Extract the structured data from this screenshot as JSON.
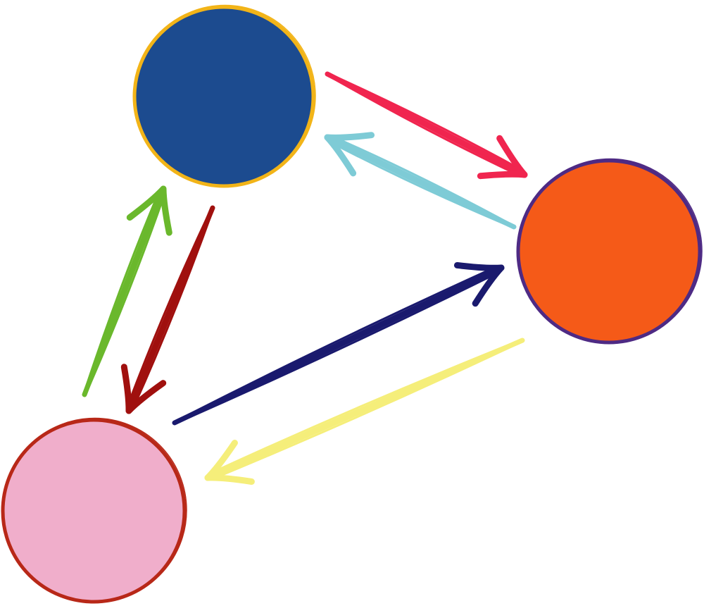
{
  "nodes": [
    {
      "id": "blue",
      "fill": "#1c4b8f",
      "stroke": "#f2b418"
    },
    {
      "id": "orange",
      "fill": "#f55a18",
      "stroke": "#4e2a84"
    },
    {
      "id": "pink",
      "fill": "#f0aecb",
      "stroke": "#b82818"
    }
  ],
  "edges": [
    {
      "from": "blue",
      "to": "orange",
      "color": "#f0254f"
    },
    {
      "from": "orange",
      "to": "blue",
      "color": "#7ecbd6"
    },
    {
      "from": "pink",
      "to": "blue",
      "color": "#6ab82c"
    },
    {
      "from": "blue",
      "to": "pink",
      "color": "#a0100e"
    },
    {
      "from": "pink",
      "to": "orange",
      "color": "#1a1a6e"
    },
    {
      "from": "orange",
      "to": "pink",
      "color": "#f5ee7a"
    }
  ]
}
